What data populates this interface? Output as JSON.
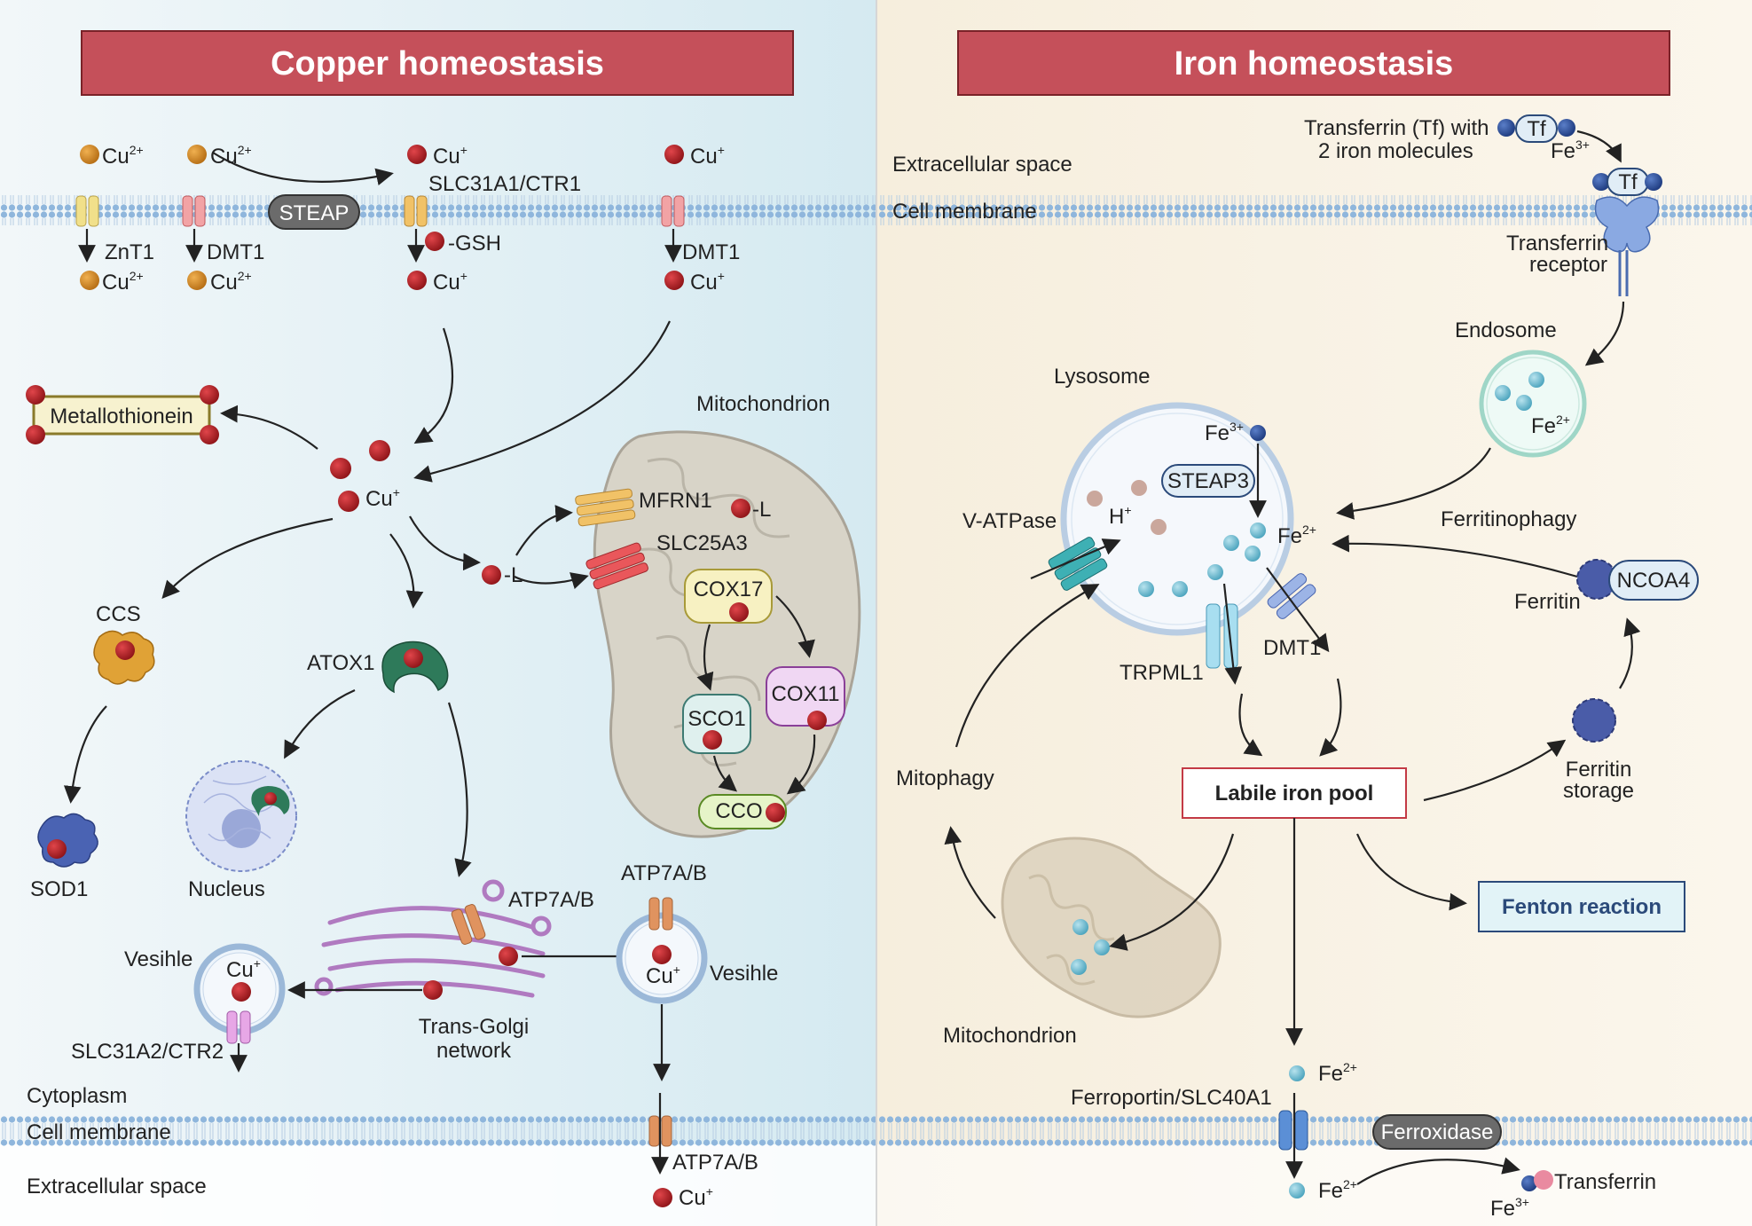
{
  "titles": {
    "copper": "Copper homeostasis",
    "iron": "Iron homeostasis"
  },
  "copper": {
    "transporters": {
      "znt1": "ZnT1",
      "dmt1_a": "DMT1",
      "steap": "STEAP",
      "ctr1": "SLC31A1/CTR1",
      "gsh": "-GSH",
      "dmt1_b": "DMT1"
    },
    "ions": {
      "cu2": "Cu",
      "cu1": "Cu",
      "sup2": "2+",
      "sup1": "+"
    },
    "proteins": {
      "metallothionein": "Metallothionein",
      "ccs": "CCS",
      "atox1": "ATOX1",
      "sod1": "SOD1",
      "nucleus": "Nucleus",
      "mitochondrion": "Mitochondrion",
      "mfrn1": "MFRN1",
      "slc25a3": "SLC25A3",
      "ligand": "-L",
      "cox17": "COX17",
      "cox11": "COX11",
      "sco1": "SCO1",
      "cco": "CCO",
      "atp7ab": "ATP7A/B",
      "vesicle": "Vesihle",
      "golgi_1": "Trans-Golgi",
      "golgi_2": "network",
      "ctr2": "SLC31A2/CTR2"
    },
    "regions": {
      "cytoplasm": "Cytoplasm",
      "membrane": "Cell membrane",
      "extracellular": "Extracellular space"
    }
  },
  "iron": {
    "regions": {
      "extracellular": "Extracellular space",
      "membrane": "Cell membrane"
    },
    "transferrin_1": "Transferrin (Tf) with",
    "transferrin_2": "2 iron molecules",
    "tf": "Tf",
    "fe": "Fe",
    "sup3": "3+",
    "sup2": "2+",
    "receptor_1": "Transferrin",
    "receptor_2": "receptor",
    "endosome": "Endosome",
    "lysosome": "Lysosome",
    "steap3": "STEAP3",
    "h": "H",
    "hsup": "+",
    "vatpase": "V-ATPase",
    "trpml1": "TRPML1",
    "dmt1": "DMT1",
    "ferritinophagy": "Ferritinophagy",
    "ferritin": "Ferritin",
    "ncoa4": "NCOA4",
    "ferritin_storage_1": "Ferritin",
    "ferritin_storage_2": "storage",
    "mitophagy": "Mitophagy",
    "lip": "Labile iron pool",
    "fenton": "Fenton reaction",
    "mitochondrion": "Mitochondrion",
    "ferroportin": "Ferroportin/SLC40A1",
    "ferroxidase": "Ferroxidase",
    "transferrin": "Transferrin"
  },
  "colors": {
    "title_red": "#c5505a",
    "copper_bg": "#e3f0f5",
    "iron_bg": "#f7f0e2",
    "cu2": "#d9912a",
    "cu1": "#b32025",
    "fe": "#78bfd2"
  }
}
